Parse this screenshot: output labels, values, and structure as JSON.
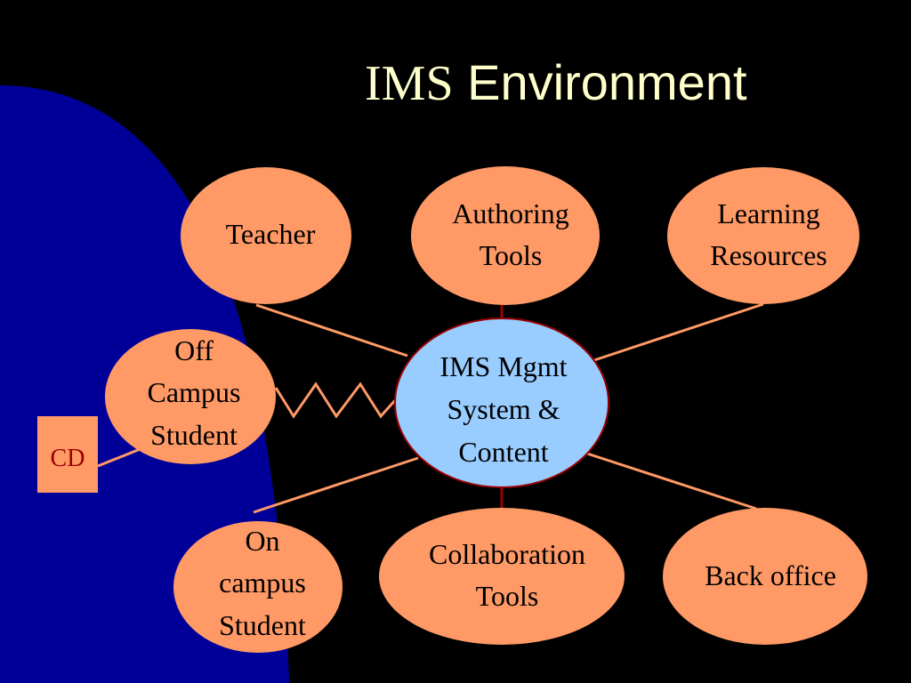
{
  "title": {
    "part1": "IMS",
    "part2": " Environment"
  },
  "colors": {
    "background": "#000000",
    "accent_shape": "#000099",
    "title_text": "#FFFFCC",
    "node_fill": "#FF9966",
    "center_fill": "#99CCFF",
    "connector": "#FF9966",
    "center_connector": "#990000",
    "cd_text": "#990000"
  },
  "center": {
    "lines": [
      "IMS Mgmt",
      "System &",
      "Content"
    ]
  },
  "nodes": {
    "teacher": [
      "Teacher"
    ],
    "authoring_tools": [
      "Authoring",
      "Tools"
    ],
    "learning_resources": [
      "Learning",
      "Resources"
    ],
    "off_campus_student": [
      "Off",
      "Campus",
      "Student"
    ],
    "on_campus_student": [
      "On",
      "campus",
      "Student"
    ],
    "collaboration_tools": [
      "Collaboration",
      "Tools"
    ],
    "back_office": [
      "Back office"
    ]
  },
  "cd": {
    "label": "CD"
  }
}
